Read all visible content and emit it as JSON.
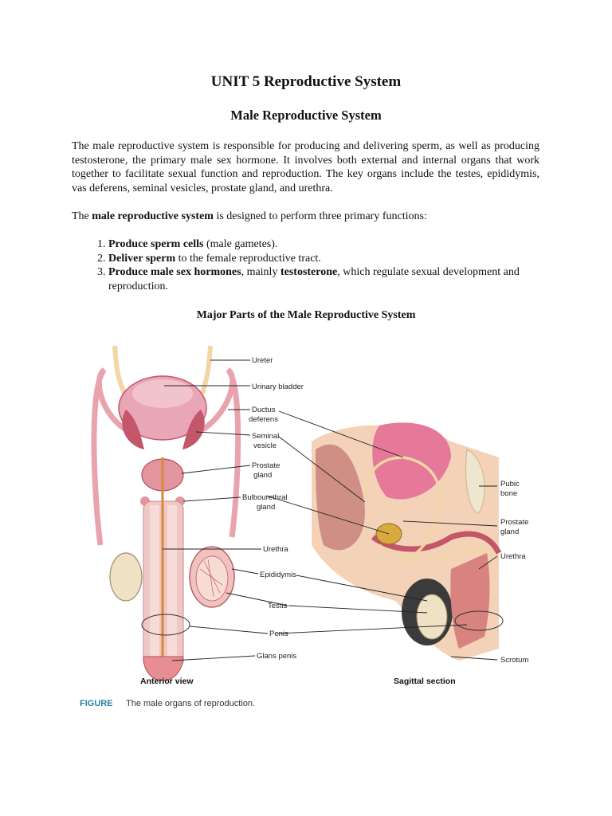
{
  "document": {
    "title": "UNIT 5 Reproductive System",
    "subtitle": "Male Reproductive System",
    "intro_paragraph": "The male reproductive system is responsible for producing and delivering sperm, as well as producing testosterone, the primary male sex hormone. It involves both external and internal organs that work together to facilitate sexual function and reproduction. The key organs include the testes, epididymis, vas deferens, seminal vesicles, prostate gland, and urethra.",
    "functions_intro": {
      "before": "The ",
      "bold": "male reproductive system",
      "after": " is designed to perform three primary functions:"
    },
    "functions": [
      {
        "bold": "Produce sperm cells",
        "text": " (male gametes)."
      },
      {
        "bold": "Deliver sperm",
        "text": " to the female reproductive tract."
      },
      {
        "bold": "Produce male sex hormones",
        "text": ", mainly ",
        "bold2": "testosterone",
        "text2": ", which regulate sexual development and reproduction."
      }
    ],
    "figure_heading": "Major Parts of the Male Reproductive System"
  },
  "figure": {
    "left_labels": {
      "ureter": "Ureter",
      "urinary_bladder": "Urinary bladder",
      "ductus_deferens_1": "Ductus",
      "ductus_deferens_2": "deferens",
      "seminal_vesicle_1": "Seminal",
      "seminal_vesicle_2": "vesicle",
      "prostate_gland_1": "Prostate",
      "prostate_gland_2": "gland",
      "bulbourethral_gland_1": "Bulbourethral",
      "bulbourethral_gland_2": "gland",
      "urethra": "Urethra",
      "epididymis": "Epididymis",
      "testis": "Testis",
      "penis": "Penis",
      "glans_penis": "Glans penis"
    },
    "right_labels": {
      "pubic_bone_1": "Pubic",
      "pubic_bone_2": "bone",
      "prostate_gland_1": "Prostate",
      "prostate_gland_2": "gland",
      "urethra": "Urethra",
      "scrotum": "Scrotum"
    },
    "view_labels": {
      "anterior": "Anterior view",
      "sagittal": "Sagittal section"
    },
    "caption": {
      "key": "FIGURE",
      "text": "The male organs of reproduction."
    },
    "colors": {
      "tissue_pink": "#e8a3ad",
      "tissue_dark": "#c4566a",
      "bladder": "#e6789a",
      "duct_cream": "#f2d6a6",
      "skin": "#f3d2b8",
      "bone": "#efe6cf",
      "testis_dark": "#2c2c2c",
      "caption_blue": "#2a7fa8"
    }
  }
}
